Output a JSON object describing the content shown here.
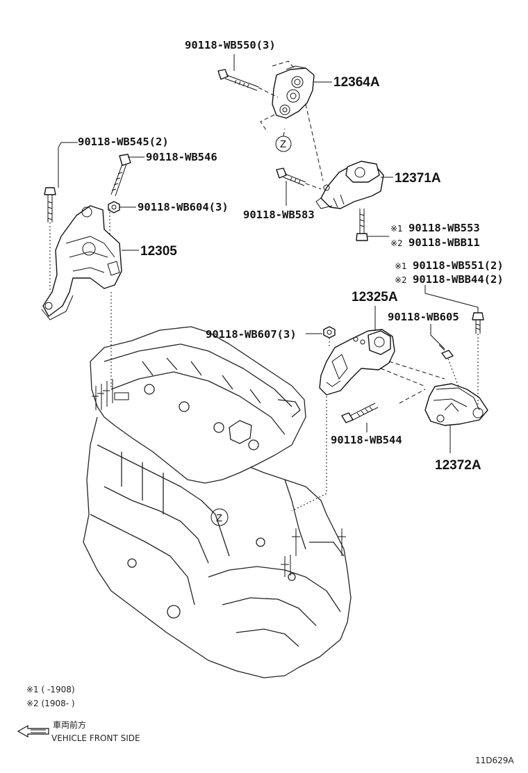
{
  "parts": {
    "bolt_wb550": "90118-WB550(3)",
    "mount_12364a": "12364A",
    "bolt_wb545": "90118-WB545(2)",
    "bolt_wb546": "90118-WB546",
    "mount_12371a": "12371A",
    "bolt_wb583": "90118-WB583",
    "nut_wb604": "90118-WB604(3)",
    "mount_12305": "12305",
    "bolt_wb553": "90118-WB553",
    "bolt_wbb11": "90118-WBB11",
    "bolt_wb551": "90118-WB551(2)",
    "bolt_wbb44": "90118-WBB44(2)",
    "mount_12325a": "12325A",
    "bolt_wb605": "90118-WB605",
    "nut_wb607": "90118-WB607(3)",
    "bolt_wb544": "90118-WB544",
    "mount_12372a": "12372A"
  },
  "marks": {
    "note1": "※1",
    "note2": "※2",
    "z": "Z"
  },
  "notes": {
    "note1_range": "※1 (      -1908)",
    "note2_range": "※2 (1908-      )"
  },
  "legend": {
    "japanese": "車両前方",
    "english": "VEHICLE FRONT SIDE"
  },
  "diagram_code": "11D629A"
}
